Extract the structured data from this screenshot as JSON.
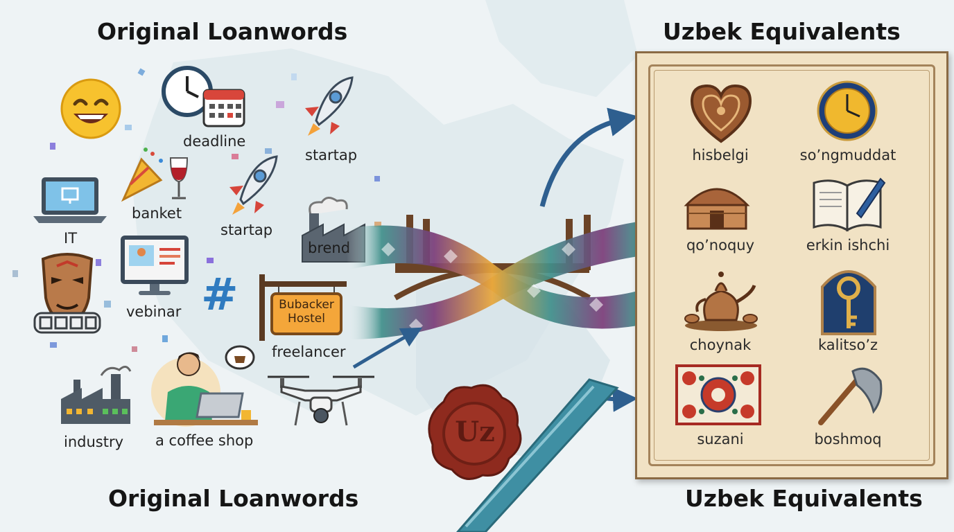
{
  "headings": {
    "left_top": "Original Loanwords",
    "right_top": "Uzbek Equivalents",
    "left_bottom": "Original Loanwords",
    "right_bottom": "Uzbek Equivalents"
  },
  "loanwords": {
    "deadline": "deadline",
    "startap_1": "startap",
    "startap_2": "startap",
    "banket": "banket",
    "it": "IT",
    "brend": "brend",
    "vebinar": "vebinar",
    "hostel_sign": "Bubacker Hostel",
    "freelancer": "freelancer",
    "industry": "industry",
    "coffee_shop": "a coffee shop",
    "hashtag": "#"
  },
  "equivalents": [
    {
      "word": "hisbelgi",
      "icon": "heart-icon"
    },
    {
      "word": "soʼngmuddat",
      "icon": "clock-icon"
    },
    {
      "word": "qoʼnoquy",
      "icon": "yurt-icon"
    },
    {
      "word": "erkin ishchi",
      "icon": "book-pen-icon"
    },
    {
      "word": "choynak",
      "icon": "teapot-icon"
    },
    {
      "word": "kalitsoʼz",
      "icon": "key-icon"
    },
    {
      "word": "suzani",
      "icon": "suzani-icon"
    },
    {
      "word": "boshmoq",
      "icon": "axe-icon"
    }
  ],
  "seal": {
    "text": "Uz"
  },
  "colors": {
    "background": "#eef3f5",
    "parchment": "#f1e2c4",
    "arrow": "#2e5f8f",
    "seal": "#8e2a1e",
    "ribbon": "#3f8fa3"
  }
}
